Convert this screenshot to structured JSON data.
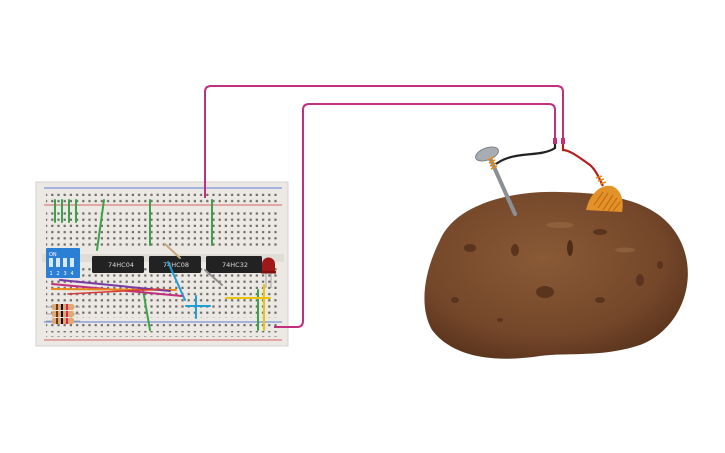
{
  "chips": [
    {
      "label": "74HC04"
    },
    {
      "label": "74HC08"
    },
    {
      "label": "74HC32"
    }
  ],
  "dip_switch": {
    "on_label": "ON",
    "numbers": [
      "1",
      "2",
      "3",
      "4"
    ]
  },
  "colors": {
    "breadboard": "#e8e4df",
    "rail_red": "#d33a3a",
    "rail_blue": "#2f5fd0",
    "wire_magenta": "#c0307c",
    "wire_green": "#3aa34a",
    "wire_yellow": "#e8c40f",
    "wire_cyan": "#1e9fd6",
    "potato": "#7a4a2b",
    "dip_switch": "#2b7fd4",
    "led": "#a01818"
  },
  "icons": [
    "nail-electrode-icon",
    "copper-electrode-icon",
    "red-led-icon",
    "resistor-icon"
  ]
}
